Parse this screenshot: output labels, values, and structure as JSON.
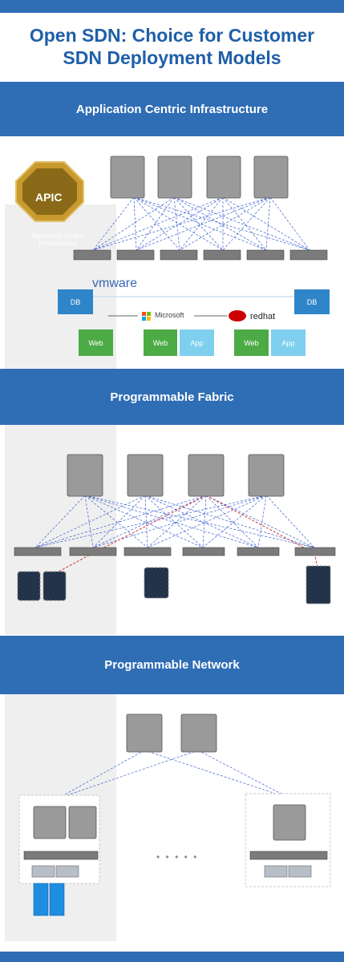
{
  "title_line1": "Open SDN: Choice for Customer",
  "title_line2": "SDN Deployment Models",
  "sections": [
    {
      "heading": "Application Centric Infrastructure"
    },
    {
      "heading": "Programmable Fabric"
    },
    {
      "heading": "Programmable Network"
    }
  ],
  "aci": {
    "apic_label": "APIC",
    "apic_caption": "Application Centric Infrastructure",
    "vmware": "vmware",
    "microsoft": "Microsoft",
    "redhat": "redhat",
    "db_left": "DB",
    "db_right": "DB",
    "web1": "Web",
    "web2": "Web",
    "app2": "App",
    "web3": "Web",
    "app3": "App"
  },
  "pn": {
    "ellipsis": "• • • • •"
  },
  "colors": {
    "brand_blue": "#2f6db5",
    "title_blue": "#1f5fa8",
    "link_blue": "#3a5fcd",
    "link_red": "#cc1f1f",
    "green": "#4cab45",
    "cyan": "#7fd0ef",
    "db_blue": "#2e86c9",
    "apic_gold": "#c99a2e"
  }
}
